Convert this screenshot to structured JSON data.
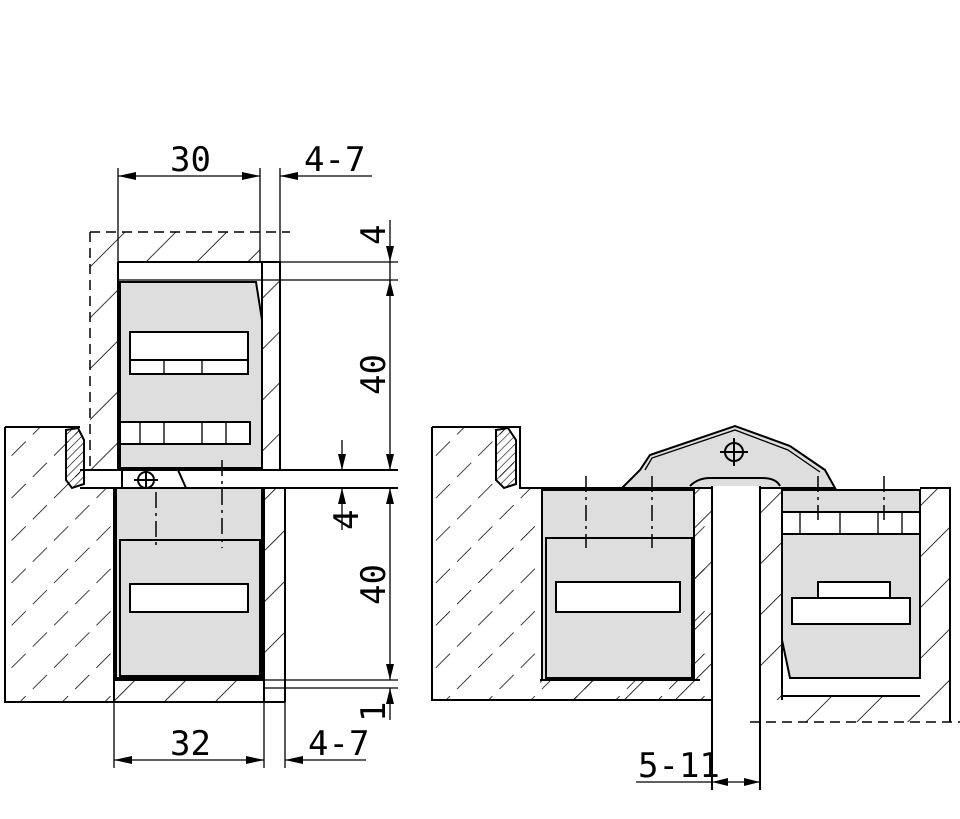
{
  "drawing": {
    "dimensions": {
      "top_width": "30",
      "top_gap": "4-7",
      "right_gap_top": "4",
      "upper_height": "40",
      "middle_gap": "4",
      "lower_height": "40",
      "bottom_gap": "1",
      "bottom_width": "32",
      "bottom_gap_width": "4-7",
      "door_thickness": "5-11"
    }
  }
}
